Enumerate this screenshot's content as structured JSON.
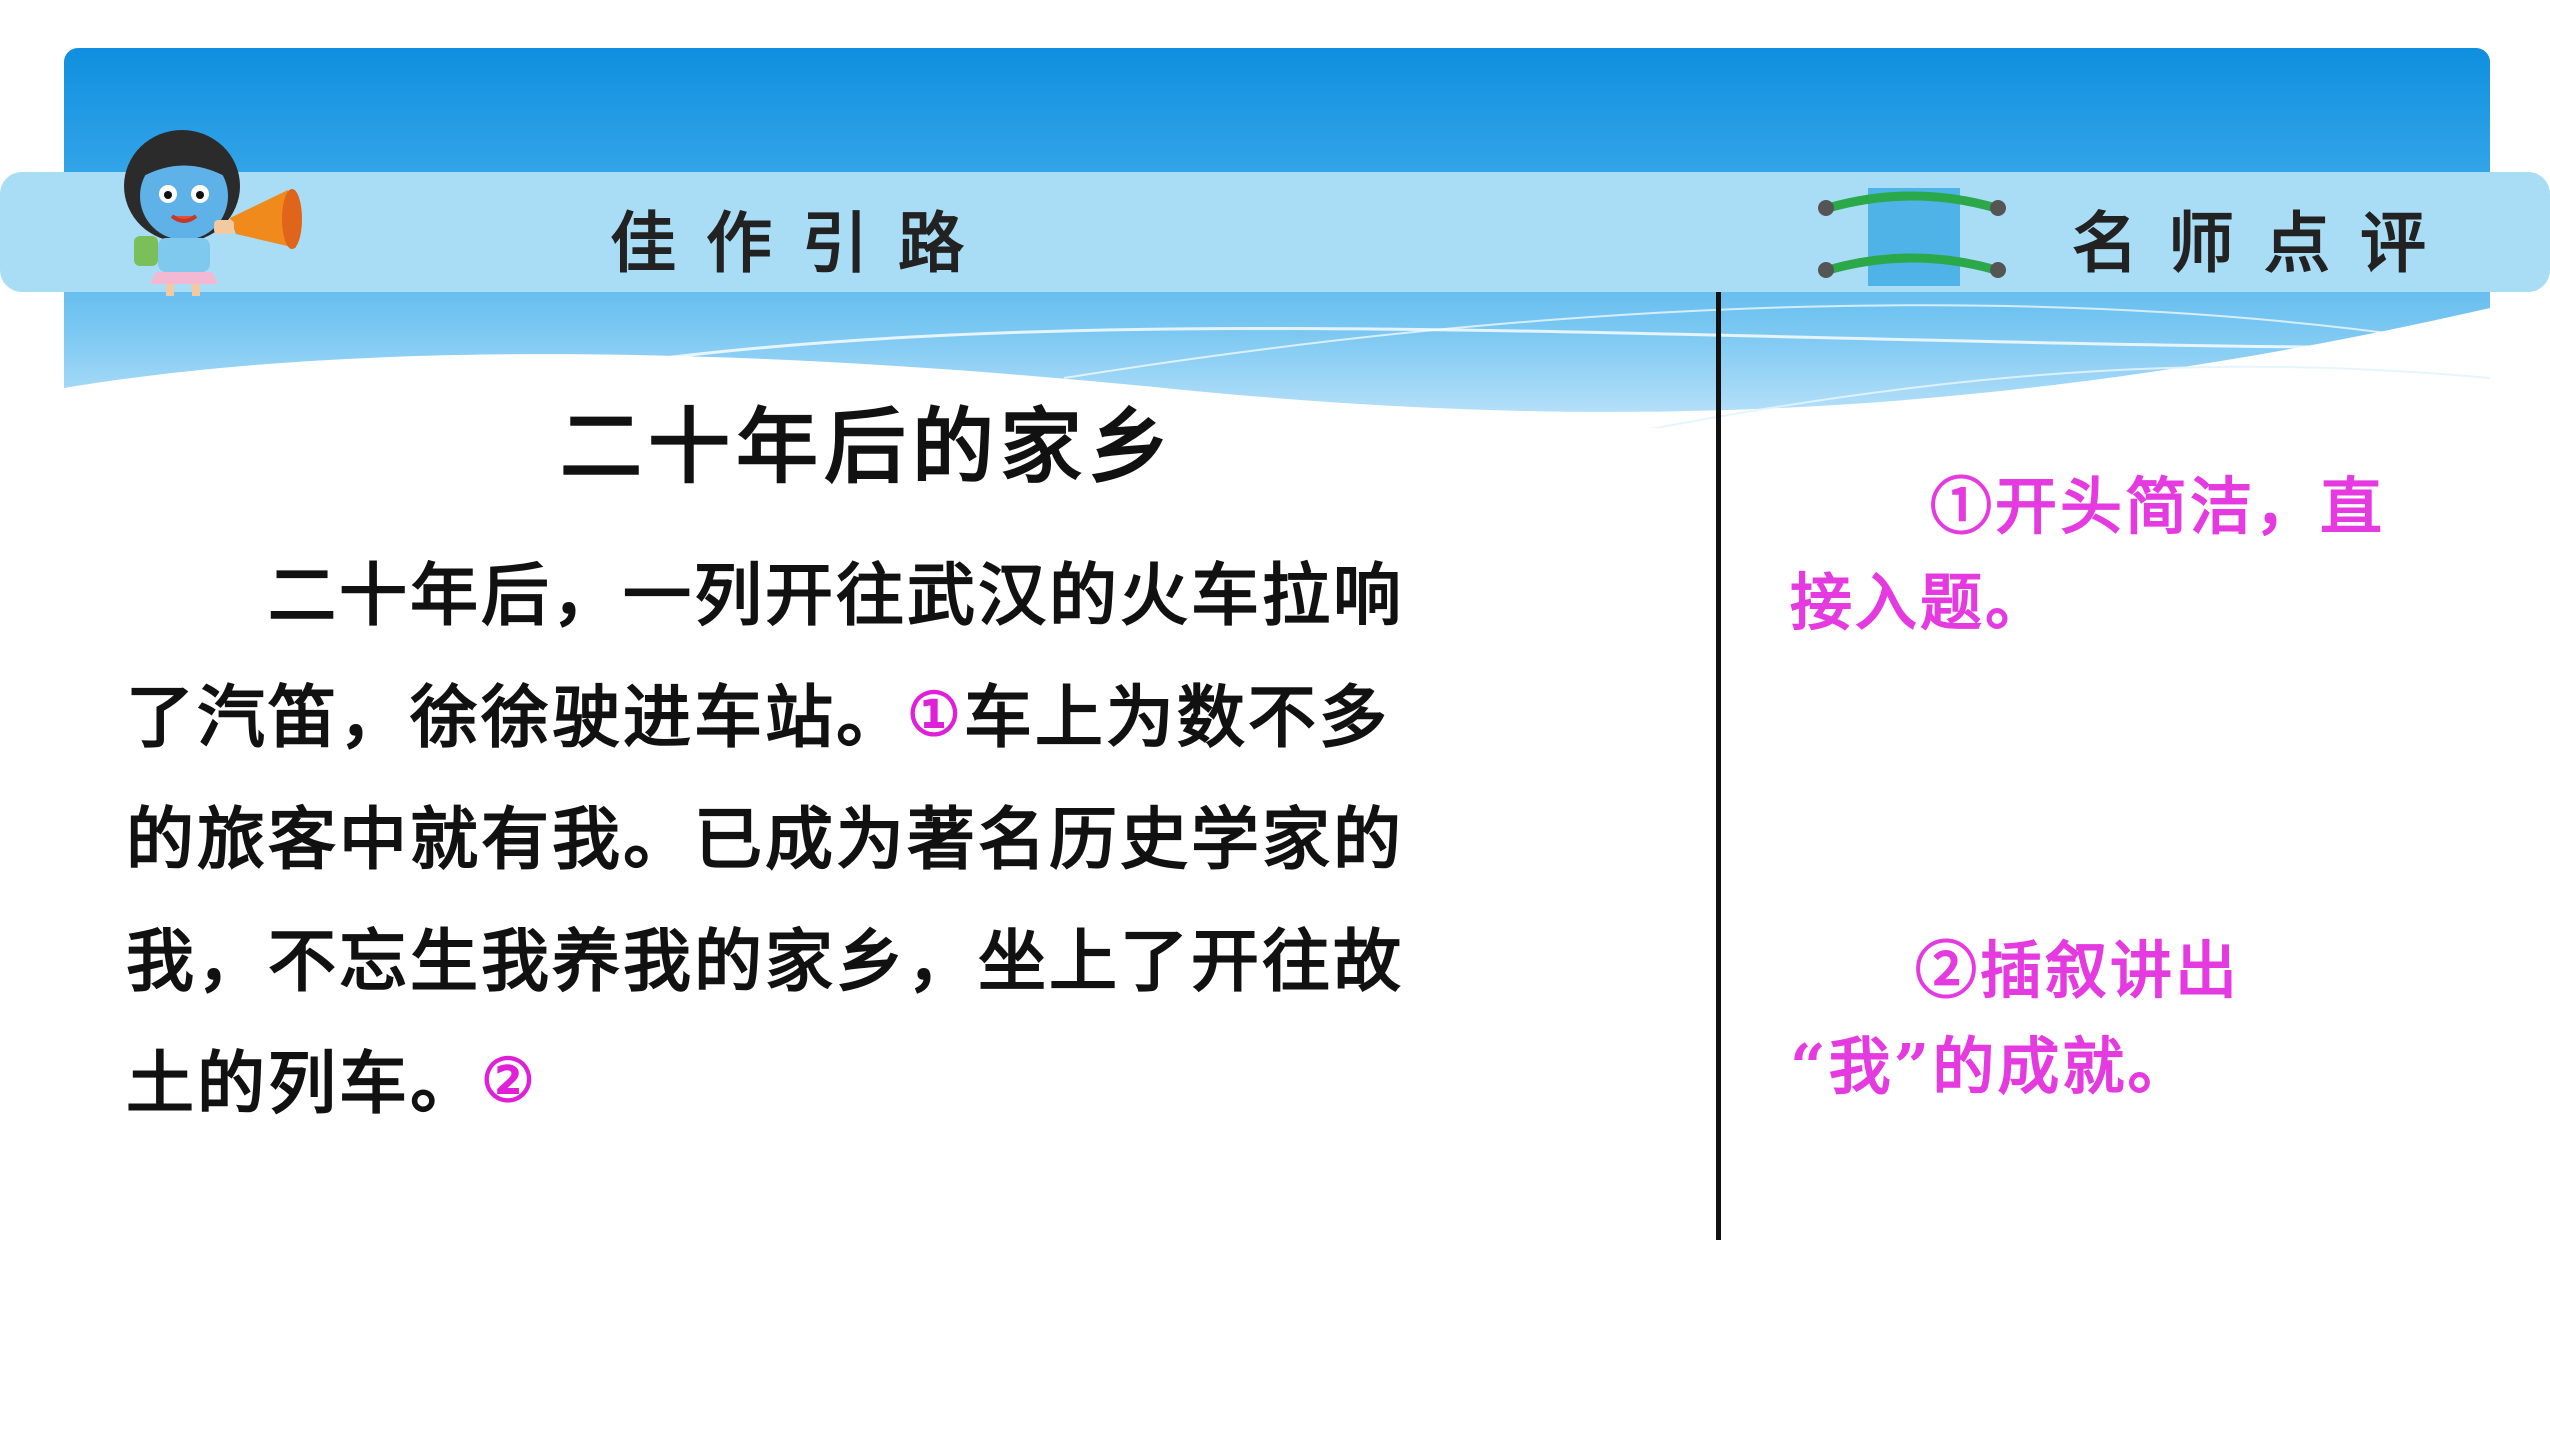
{
  "header": {
    "left_label": "佳作引路",
    "right_label": "名师点评"
  },
  "article": {
    "title": "二十年后的家乡",
    "lines": [
      {
        "pre": "　　二十年后，一列开往武汉的火车拉响",
        "mark": "",
        "post": ""
      },
      {
        "pre": "了汽笛，徐徐驶进车站。",
        "mark": "①",
        "post": "车上为数不多"
      },
      {
        "pre": "的旅客中就有我。已成为著名历史学家的",
        "mark": "",
        "post": ""
      },
      {
        "pre": "我，不忘生我养我的家乡，坐上了开往故",
        "mark": "",
        "post": ""
      },
      {
        "pre": "土的列车。",
        "mark": "②",
        "post": ""
      }
    ]
  },
  "comments": {
    "c1_line1": "①开头简洁，直",
    "c1_line2": "接入题。",
    "c2_line1": "②插叙讲出",
    "c2_line2": "“我”的成就。"
  },
  "colors": {
    "banner": "#1a95e2",
    "title_bar": "#a9ddf6",
    "comment_text": "#e43ae0",
    "connector": "#2aa84a"
  }
}
